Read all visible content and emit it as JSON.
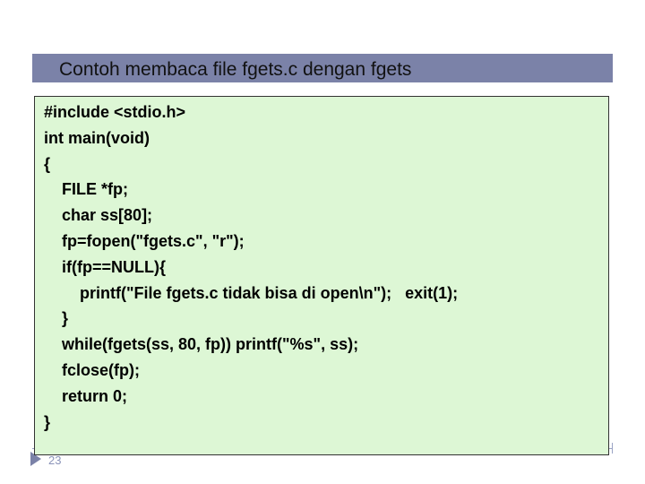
{
  "slide": {
    "title": "Contoh membaca file fgets.c dengan fgets",
    "slide_number": "23"
  },
  "code": {
    "lines": [
      "#include <stdio.h>",
      "int main(void)",
      "{",
      "    FILE *fp;",
      "    char ss[80];",
      "    fp=fopen(\"fgets.c\", \"r\");",
      "    if(fp==NULL){",
      "        printf(\"File fgets.c tidak bisa di open\\n\");   exit(1);",
      "    }",
      "    while(fgets(ss, 80, fp)) printf(\"%s\", ss);",
      "    fclose(fp);",
      "    return 0;",
      "}"
    ]
  },
  "colors": {
    "title_bar": "#7b82a8",
    "code_background": "#ddf7d5",
    "code_border": "#333333"
  }
}
